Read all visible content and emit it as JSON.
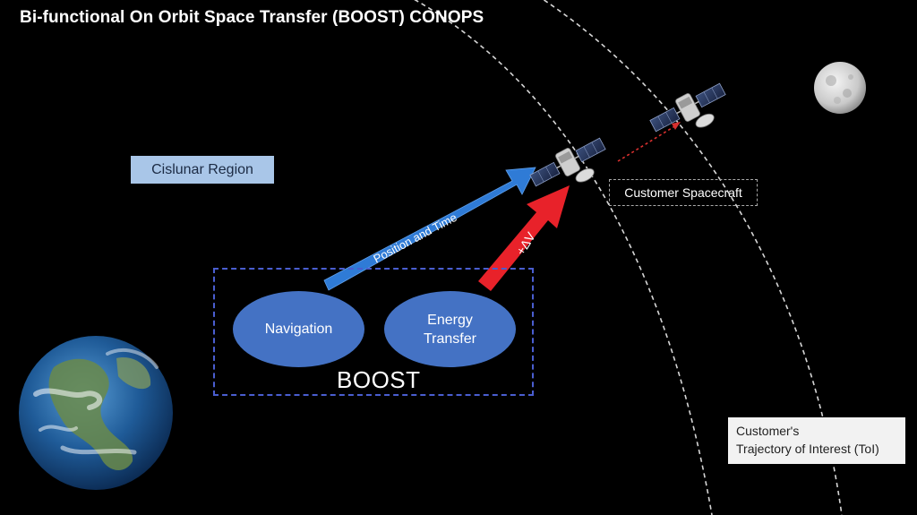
{
  "title": "Bi-functional On Orbit Space Transfer (BOOST) CONOPS",
  "region_label": "Cislunar Region",
  "customer_spacecraft_label": "Customer Spacecraft",
  "trajectory_label": {
    "line1": "Customer's",
    "line2": "Trajectory of Interest (ToI)"
  },
  "boost": {
    "label": "BOOST",
    "navigation": "Navigation",
    "energy_line1": "Energy",
    "energy_line2": "Transfer"
  },
  "arrows": {
    "position_time": "Position and Time",
    "delta_v": "+ΔV"
  },
  "colors": {
    "background": "#000000",
    "ellipse_fill": "#4472c4",
    "blue_arrow": "#2f7bd6",
    "red_arrow": "#e8222a",
    "region_box": "#a9c6e8",
    "trajectory_path": "#cfcfcf"
  }
}
